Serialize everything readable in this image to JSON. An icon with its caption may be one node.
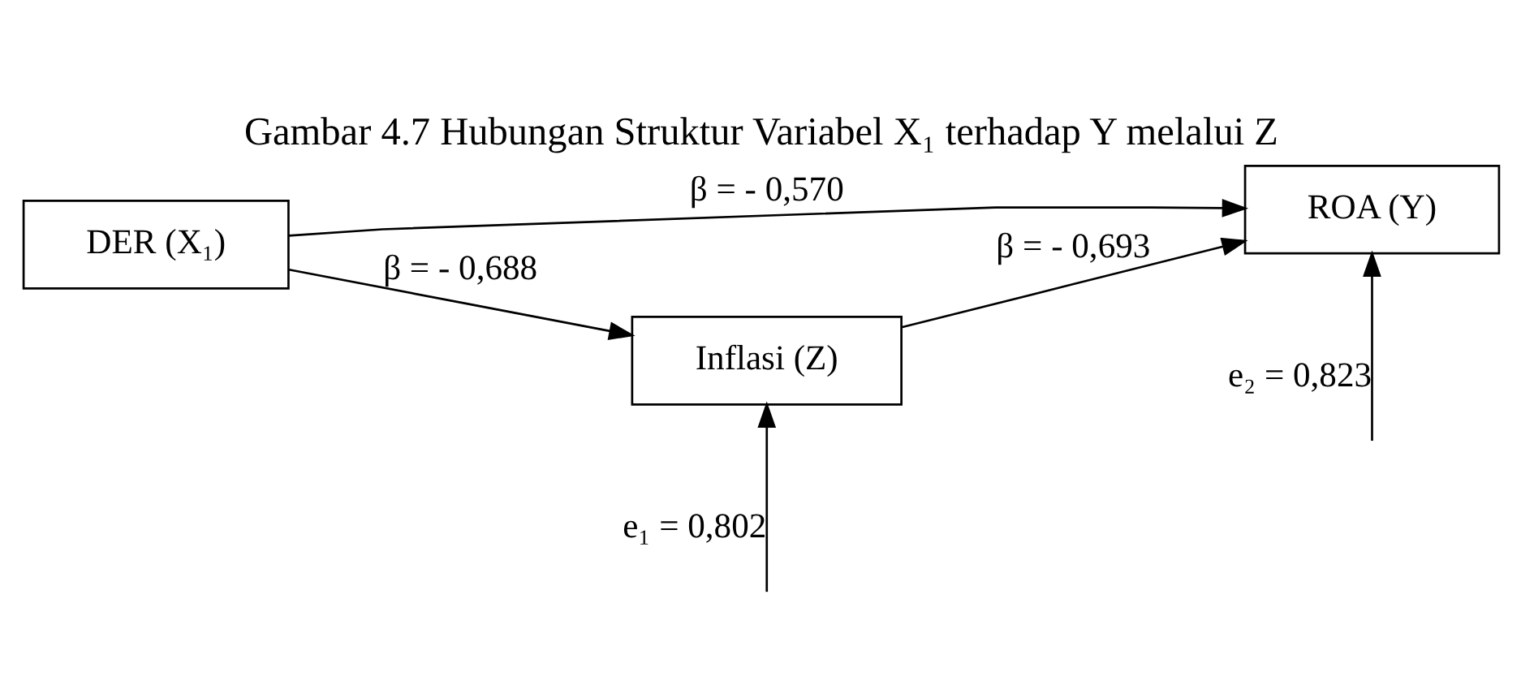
{
  "diagram": {
    "title": "Gambar 4.7 Hubungan Struktur Variabel X₁ terhadap Y melalui Z",
    "nodes": [
      {
        "text": [
          "DER (X₁)"
        ]
      },
      {
        "text": [
          "ROA (Y)"
        ]
      },
      {
        "text": [
          "Inflasi (Z)"
        ]
      }
    ],
    "edges": [
      {
        "from": 0,
        "to": 1,
        "arrow": "to",
        "label": "β = - 0,570"
      },
      {
        "from": null,
        "to": 1,
        "arrow": "to",
        "label": "e₂ = 0,823"
      },
      {
        "from": null,
        "to": 2,
        "arrow": "to",
        "label": "e₁ = 0,802"
      },
      {
        "from": 0,
        "to": 2,
        "arrow": "to",
        "label": "β = - 0,688"
      },
      {
        "from": 2,
        "to": 1,
        "arrow": "to",
        "label": "β = - 0,693"
      }
    ]
  }
}
